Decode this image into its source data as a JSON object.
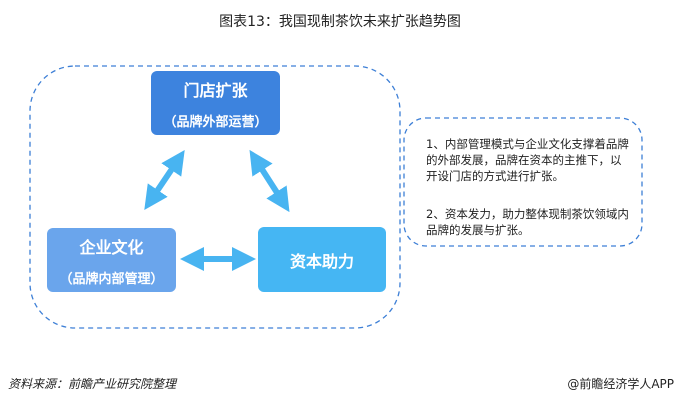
{
  "title": "图表13：我国现制茶饮未来扩张趋势图",
  "nodes": {
    "store": {
      "main": "门店扩张",
      "sub": "（品牌外部运营）",
      "color": "#3d83de"
    },
    "culture": {
      "main": "企业文化",
      "sub": "（品牌内部管理）",
      "color": "#6aa5ec"
    },
    "capital": {
      "main": "资本助力",
      "color": "#45b6f3"
    }
  },
  "arrow_color": "#48b4f1",
  "border_color": "#3d7fd6",
  "notes": [
    "1、内部管理模式与企业文化支撑着品牌的外部发展，品牌在资本的主推下，以开设门店的方式进行扩张。",
    "2、资本发力，助力整体现制茶饮领域内品牌的发展与扩张。"
  ],
  "source": "资料来源：前瞻产业研究院整理",
  "brand": "@前瞻经济学人APP"
}
